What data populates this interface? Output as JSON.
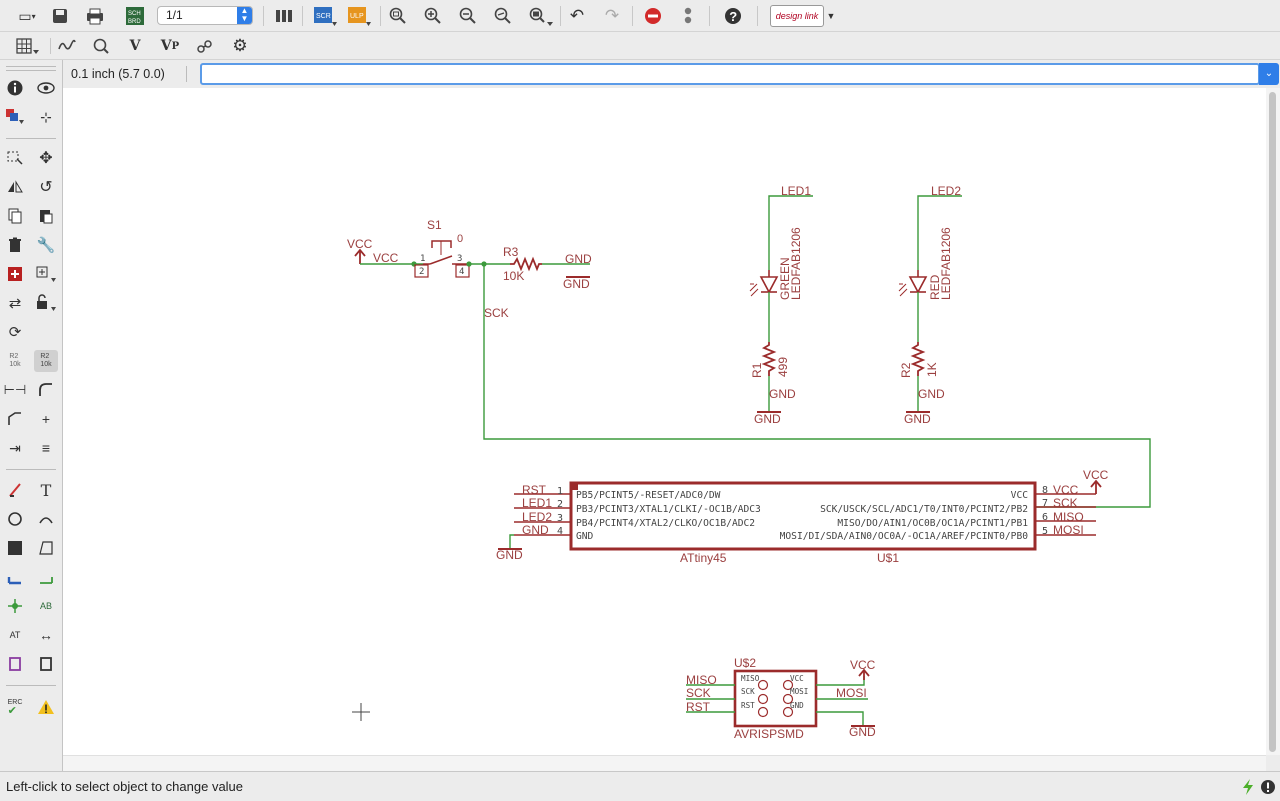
{
  "toolbar": {
    "sheet_value": "1/1",
    "sch_brd_label": "SCH BRD",
    "scr_label": "SCR",
    "ulp_label": "ULP",
    "design_link_label": "design link"
  },
  "toolbar2_icons": [
    "grid-icon",
    "waveform-icon",
    "find-icon",
    "value-icon",
    "v-plus-icon",
    "parts-icon",
    "settings-icon"
  ],
  "grid_info": "0.1 inch (5.7 0.0)",
  "command_line": {
    "value": "",
    "placeholder": ""
  },
  "status": {
    "message": "Left-click to select object to change value"
  },
  "colors": {
    "wire": "#3c9a3c",
    "symbol": "#9b2b2b",
    "label": "#8c3434",
    "accent": "#2f7ee8"
  },
  "schematic": {
    "s1": {
      "name": "S1",
      "value": "0",
      "pins": [
        "1",
        "2",
        "3",
        "4"
      ]
    },
    "r3": {
      "name": "R3",
      "value": "10K"
    },
    "vcc_left": "VCC",
    "vcc_net": "VCC",
    "gnd_net_r3": "GND",
    "gnd_r3": "GND",
    "sck_net": "SCK",
    "led1_net": "LED1",
    "led2_net": "LED2",
    "led1": {
      "value": "GREEN",
      "package": "LEDFAB1206"
    },
    "led2": {
      "value": "RED",
      "package": "LEDFAB1206"
    },
    "r1": {
      "name": "R1",
      "value": "499"
    },
    "r2": {
      "name": "R2",
      "value": "1K"
    },
    "gnd_r1_net": "GND",
    "gnd_r1": "GND",
    "gnd_r2_net": "GND",
    "gnd_r2": "GND",
    "u1": {
      "name": "U$1",
      "value": "ATtiny45",
      "left_pins": [
        {
          "num": "1",
          "func": "PB5/PCINT5/-RESET/ADC0/DW",
          "net": "RST"
        },
        {
          "num": "2",
          "func": "PB3/PCINT3/XTAL1/CLKI/-OC1B/ADC3",
          "net": "LED1"
        },
        {
          "num": "3",
          "func": "PB4/PCINT4/XTAL2/CLKO/OC1B/ADC2",
          "net": "LED2"
        },
        {
          "num": "4",
          "func": "GND",
          "net": "GND"
        }
      ],
      "right_pins": [
        {
          "num": "8",
          "func": "VCC",
          "net": "VCC"
        },
        {
          "num": "7",
          "func": "SCK/USCK/SCL/ADC1/T0/INT0/PCINT2/PB2",
          "net": "SCK"
        },
        {
          "num": "6",
          "func": "MISO/DO/AIN1/OC0B/OC1A/PCINT1/PB1",
          "net": "MISO"
        },
        {
          "num": "5",
          "func": "MOSI/DI/SDA/AIN0/OC0A/-OC1A/AREF/PCINT0/PB0",
          "net": "MOSI"
        }
      ],
      "vcc_supply": "VCC",
      "gnd_supply": "GND"
    },
    "u2": {
      "name": "U$2",
      "value": "AVRISPSMD",
      "left_pins": [
        "MISO",
        "SCK",
        "RST"
      ],
      "right_pins": [
        "VCC",
        "MOSI",
        "GND"
      ],
      "left_nets": [
        "MISO",
        "SCK",
        "RST"
      ],
      "mosi_net": "MOSI",
      "vcc_supply": "VCC",
      "gnd_supply": "GND"
    }
  }
}
